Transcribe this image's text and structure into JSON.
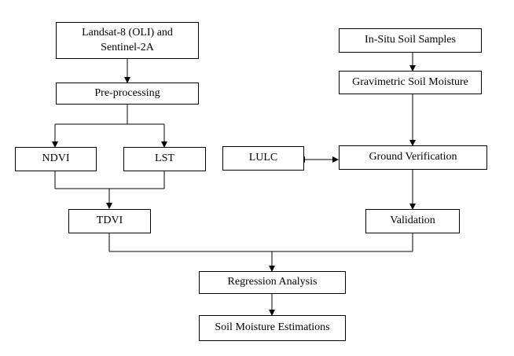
{
  "nodes": {
    "landsat_line1": "Landsat-8 (OLI) and",
    "landsat_line2": "Sentinel-2A",
    "preprocessing": "Pre-processing",
    "ndvi": "NDVI",
    "lst": "LST",
    "tdvi": "TDVI",
    "insitu": "In-Situ Soil Samples",
    "gravimetric": "Gravimetric Soil Moisture",
    "lulc": "LULC",
    "ground_verification": "Ground Verification",
    "validation": "Validation",
    "regression": "Regression Analysis",
    "soil_moisture": "Soil Moisture Estimations"
  }
}
